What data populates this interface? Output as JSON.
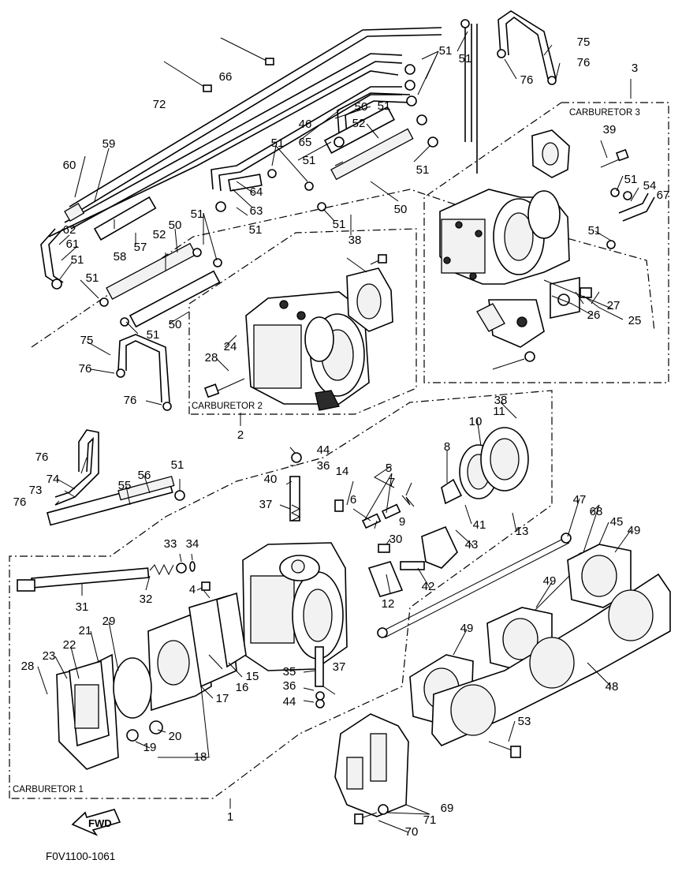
{
  "diagram": {
    "drawing_code": "F0V1100-1061",
    "fwd_label": "FWD",
    "boxes": {
      "carb1": "CARBURETOR 1",
      "carb2": "CARBURETOR 2",
      "carb3": "CARBURETOR 3"
    },
    "callouts": [
      "1",
      "2",
      "3",
      "4",
      "5",
      "6",
      "7",
      "8",
      "9",
      "10",
      "11",
      "12",
      "13",
      "14",
      "15",
      "16",
      "17",
      "18",
      "19",
      "20",
      "21",
      "22",
      "23",
      "24",
      "25",
      "26",
      "27",
      "28",
      "29",
      "30",
      "31",
      "32",
      "33",
      "34",
      "35",
      "36",
      "37",
      "38",
      "39",
      "40",
      "41",
      "42",
      "43",
      "44",
      "45",
      "46",
      "47",
      "48",
      "49",
      "50",
      "51",
      "52",
      "53",
      "54",
      "55",
      "56",
      "57",
      "58",
      "59",
      "60",
      "61",
      "62",
      "63",
      "64",
      "65",
      "66",
      "67",
      "68",
      "69",
      "70",
      "71",
      "72",
      "73",
      "74",
      "75",
      "76"
    ]
  }
}
